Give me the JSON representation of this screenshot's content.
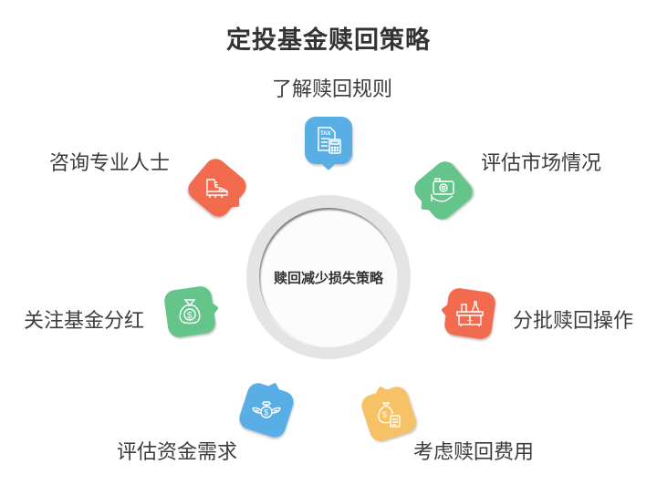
{
  "title": "定投基金赎回策略",
  "hub": {
    "label": "赎回减少损失策略",
    "ring_color": "#e4e4e4",
    "fill_color": "#fcfcfc"
  },
  "nodes": [
    {
      "label": "了解赎回规则",
      "icon": "tax-calculator-icon",
      "color": "#5aaee6"
    },
    {
      "label": "评估市场情况",
      "icon": "camera-hand-icon",
      "color": "#64c489"
    },
    {
      "label": "分批赎回操作",
      "icon": "cabinet-icon",
      "color": "#f26b4f"
    },
    {
      "label": "考虑赎回费用",
      "icon": "money-bag-document-icon",
      "color": "#f7c265"
    },
    {
      "label": "评估资金需求",
      "icon": "winged-coin-icon",
      "color": "#5aaee6"
    },
    {
      "label": "关注基金分红",
      "icon": "money-bag-icon",
      "color": "#64c489"
    },
    {
      "label": "咨询专业人士",
      "icon": "boot-icon",
      "color": "#f26b4f"
    }
  ]
}
